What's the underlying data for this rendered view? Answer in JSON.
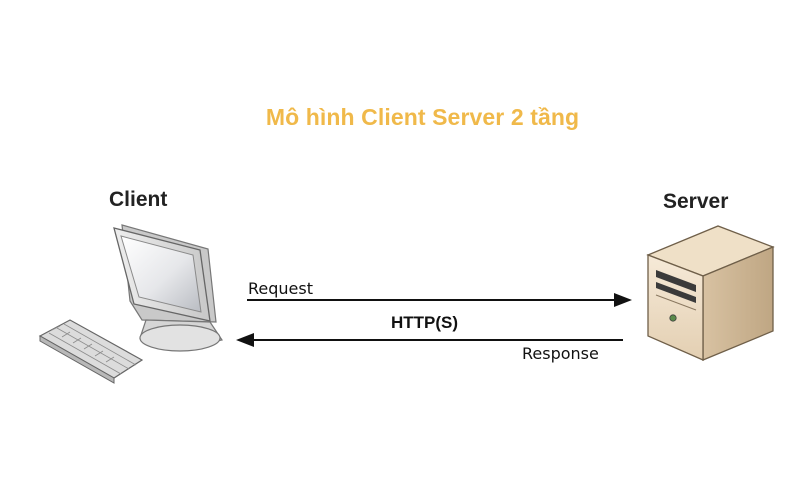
{
  "diagram": {
    "title": "Mô hình Client Server 2 tầng",
    "client": {
      "label": "Client"
    },
    "server": {
      "label": "Server"
    },
    "request": {
      "label": "Request",
      "direction": "client-to-server"
    },
    "response": {
      "label": "Response",
      "direction": "server-to-client"
    },
    "protocol": {
      "label": "HTTP(S)"
    }
  },
  "colors": {
    "title": "#f0b94a",
    "text": "#111111",
    "arrow": "#111111"
  }
}
